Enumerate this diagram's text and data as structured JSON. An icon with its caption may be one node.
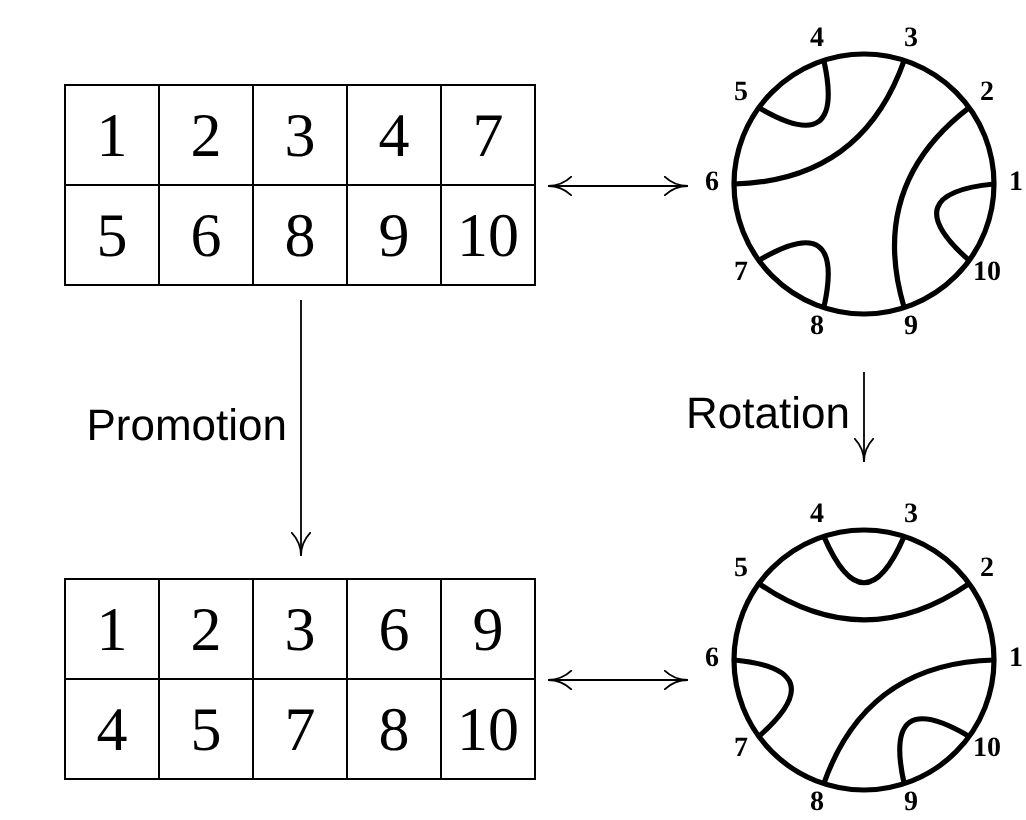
{
  "diagram": {
    "nodes": [
      {
        "text": [
          "1",
          "2",
          "3",
          "4",
          "7",
          "5",
          "6",
          "8",
          "9",
          "10"
        ]
      },
      {
        "text": [],
        "shape": "circle",
        "beside": [
          "1",
          "2",
          "3",
          "4",
          "5",
          "6",
          "7",
          "8",
          "9",
          "10"
        ]
      },
      {
        "text": [
          "1",
          "2",
          "3",
          "6",
          "9",
          "4",
          "5",
          "7",
          "8",
          "10"
        ]
      },
      {
        "text": [],
        "shape": "circle",
        "beside": [
          "1",
          "2",
          "3",
          "4",
          "5",
          "6",
          "7",
          "8",
          "9",
          "10"
        ]
      }
    ],
    "edges": [
      {
        "from": 0,
        "to": 1,
        "arrow": "both"
      },
      {
        "from": 0,
        "to": 2,
        "arrow": "to",
        "label": "Promotion"
      },
      {
        "from": 1,
        "to": 3,
        "arrow": "to",
        "label": "Rotation"
      },
      {
        "from": 2,
        "to": 3,
        "arrow": "both"
      }
    ]
  }
}
